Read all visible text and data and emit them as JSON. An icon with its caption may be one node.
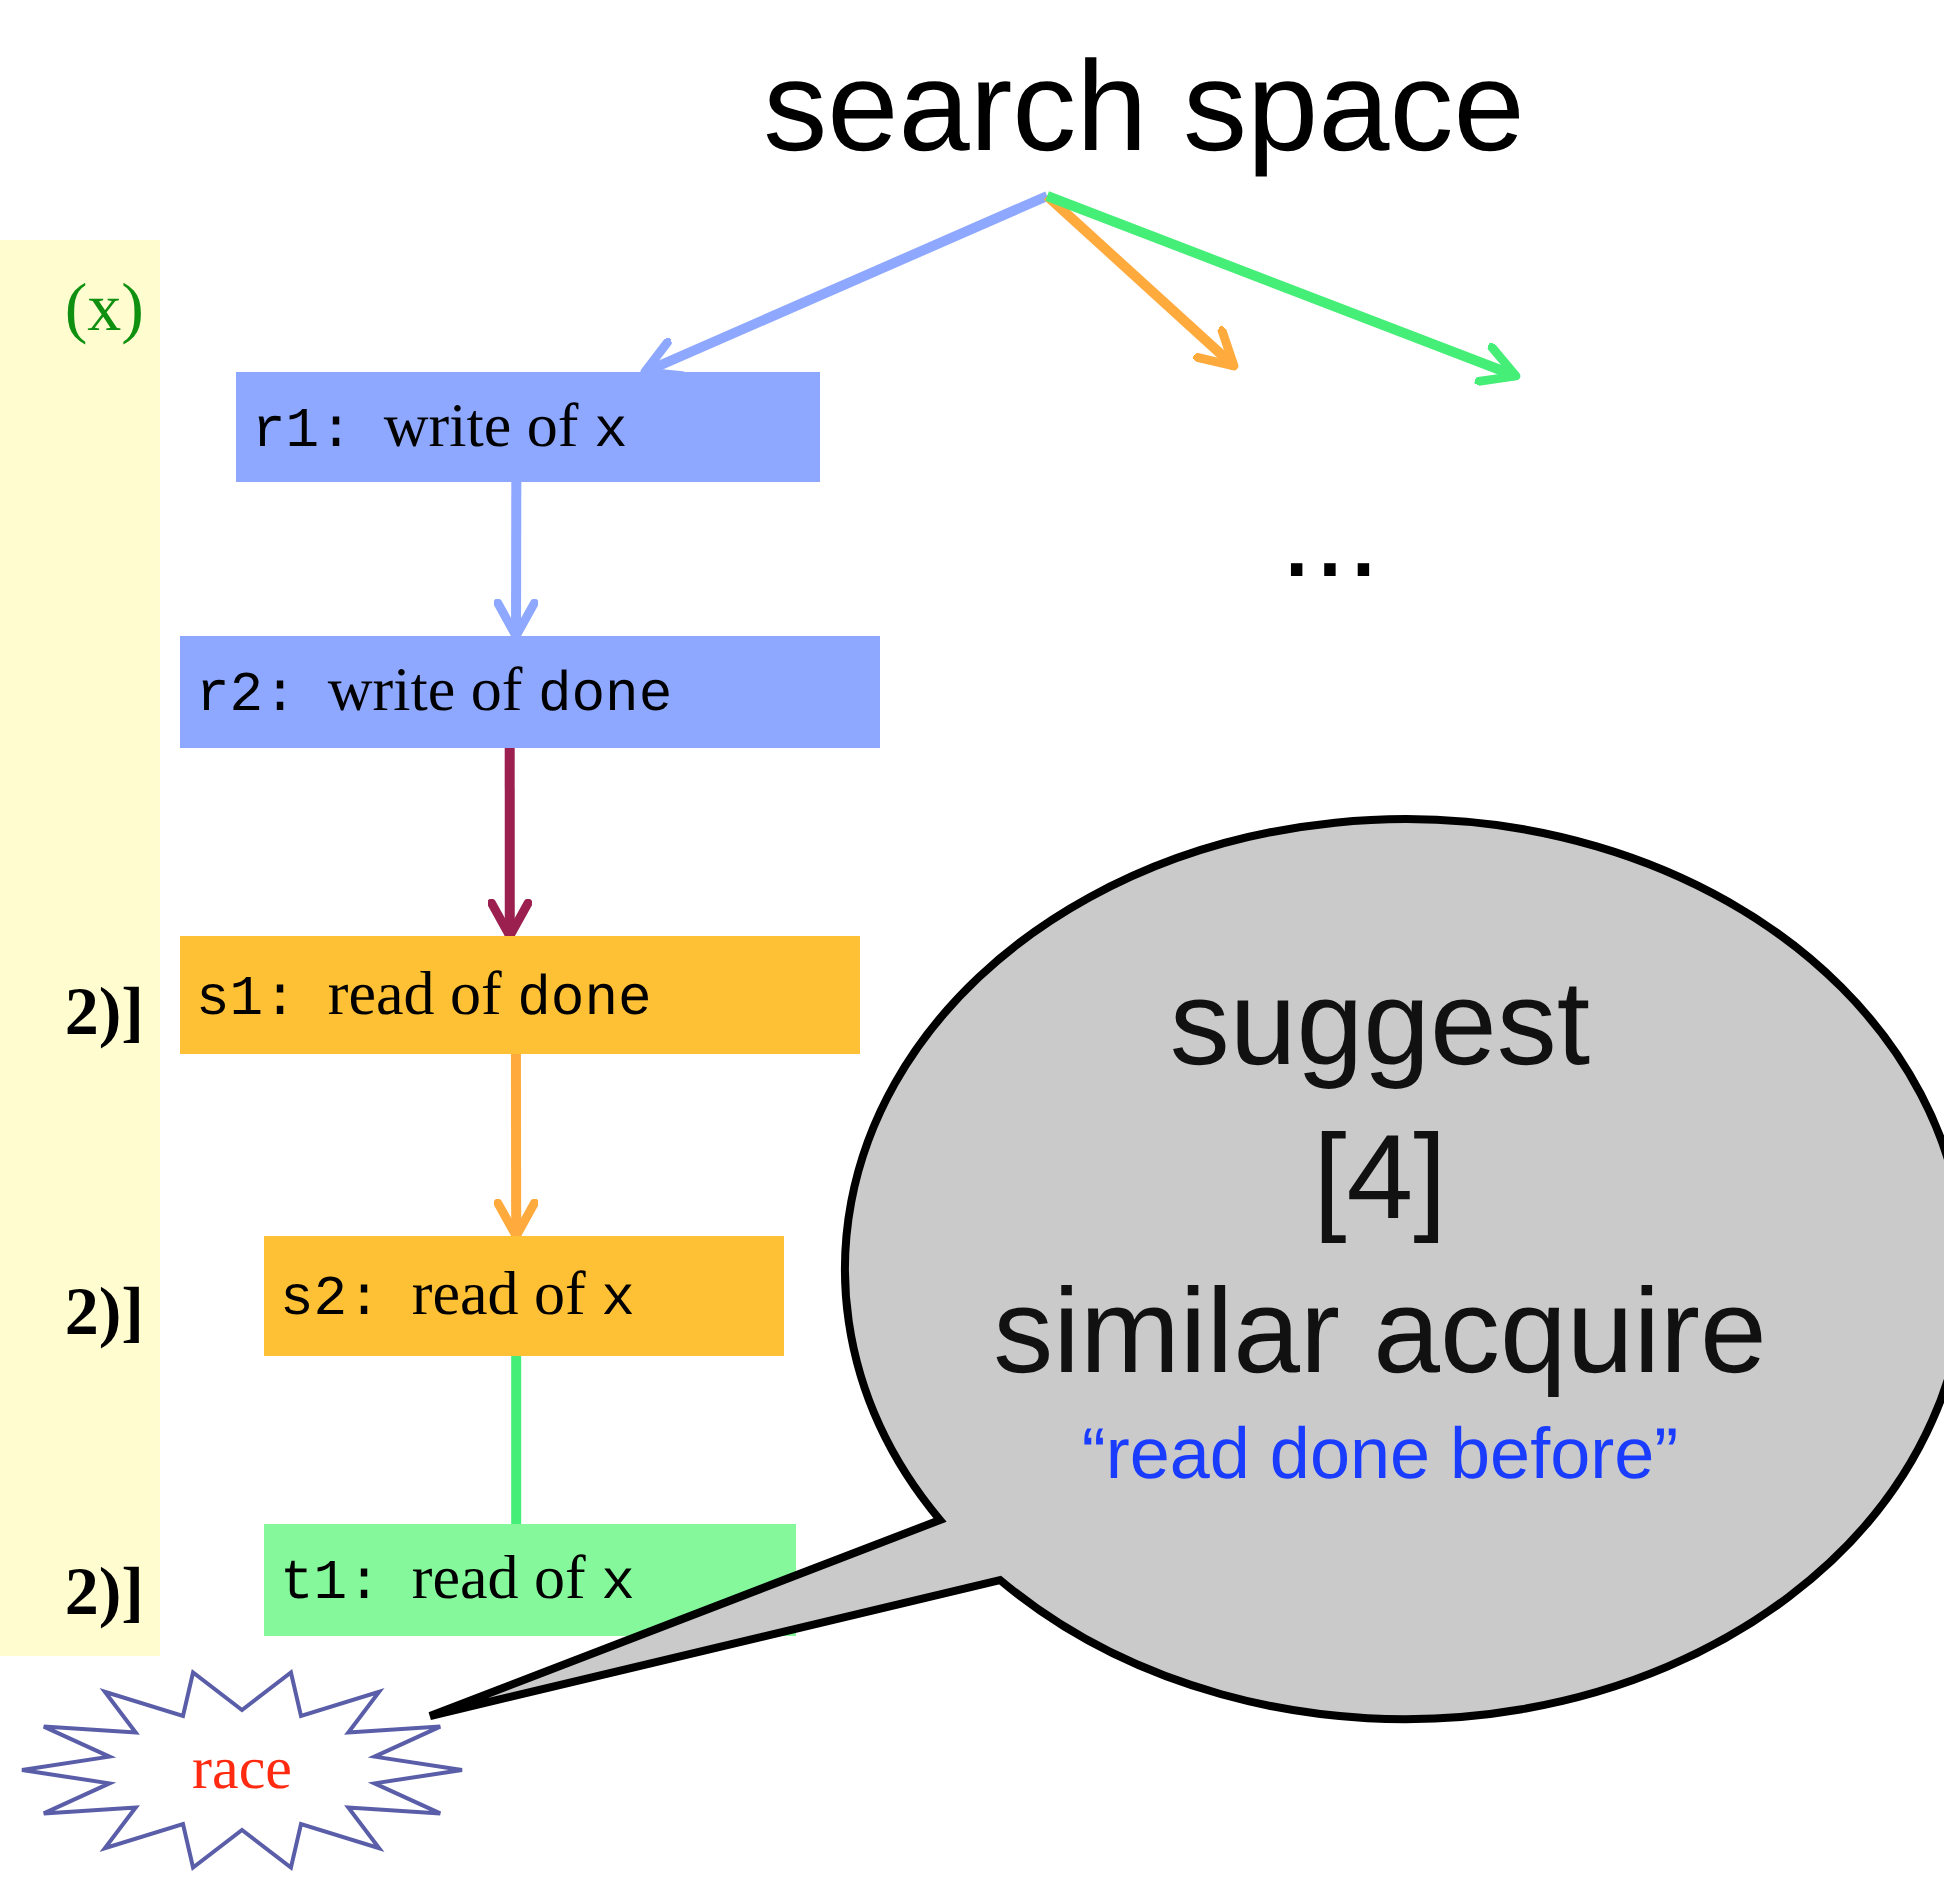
{
  "diagram": {
    "nodes": [
      {
        "text": [
          "search space"
        ]
      },
      {
        "text": [
          "(x)",
          "2)]",
          "2)]",
          "2)]"
        ]
      },
      {
        "text": [
          "r1: write of x"
        ]
      },
      {
        "text": [
          "r2: write of done"
        ]
      },
      {
        "text": [
          "s1: read of done"
        ]
      },
      {
        "text": [
          "s2: read of x"
        ]
      },
      {
        "text": [
          "t1: read of x"
        ]
      },
      {
        "text": [
          "suggest",
          "[4]",
          "similar acquire",
          "“read done before”"
        ]
      },
      {
        "text": [
          "race"
        ]
      }
    ],
    "edges": [
      {
        "from": 0,
        "to": 2,
        "arrow": "to",
        "color": "#8ea8ff"
      },
      {
        "from": 0,
        "to": null,
        "arrow": "to",
        "color": "#ffaa3c"
      },
      {
        "from": 0,
        "to": null,
        "arrow": "to",
        "color": "#44ee77"
      },
      {
        "from": 2,
        "to": 3,
        "arrow": "to",
        "color": "#8ea8ff"
      },
      {
        "from": 3,
        "to": 4,
        "arrow": "to",
        "color": "#9b2050"
      },
      {
        "from": 4,
        "to": 5,
        "arrow": "to",
        "color": "#ffaa3c"
      },
      {
        "from": 5,
        "to": 6,
        "arrow": "none",
        "color": "#44ee77"
      }
    ],
    "labels": [
      "..."
    ]
  }
}
